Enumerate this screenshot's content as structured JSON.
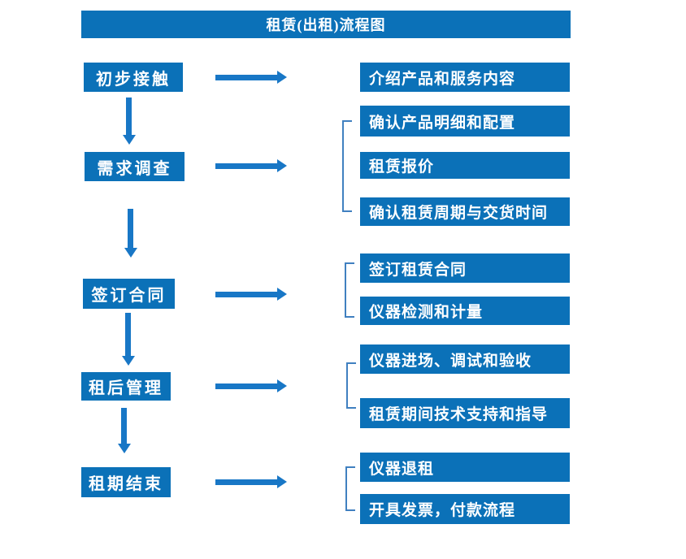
{
  "title": "租赁(出租)流程图",
  "colors": {
    "box": "#0b71b8",
    "arrow": "#1877c6",
    "bracket": "#4080c0",
    "text": "#ffffff",
    "background": "#ffffff"
  },
  "flow": {
    "steps": [
      {
        "label": "初步接触",
        "outputs": [
          "介绍产品和服务内容"
        ]
      },
      {
        "label": "需求调查",
        "outputs": [
          "确认产品明细和配置",
          "租赁报价",
          "确认租赁周期与交货时间"
        ]
      },
      {
        "label": "签订合同",
        "outputs": [
          "签订租赁合同",
          "仪器检测和计量"
        ]
      },
      {
        "label": "租后管理",
        "outputs": [
          "仪器进场、调试和验收",
          "租赁期间技术支持和指导"
        ]
      },
      {
        "label": "租期结束",
        "outputs": [
          "仪器退租",
          "开具发票，付款流程"
        ]
      }
    ]
  }
}
